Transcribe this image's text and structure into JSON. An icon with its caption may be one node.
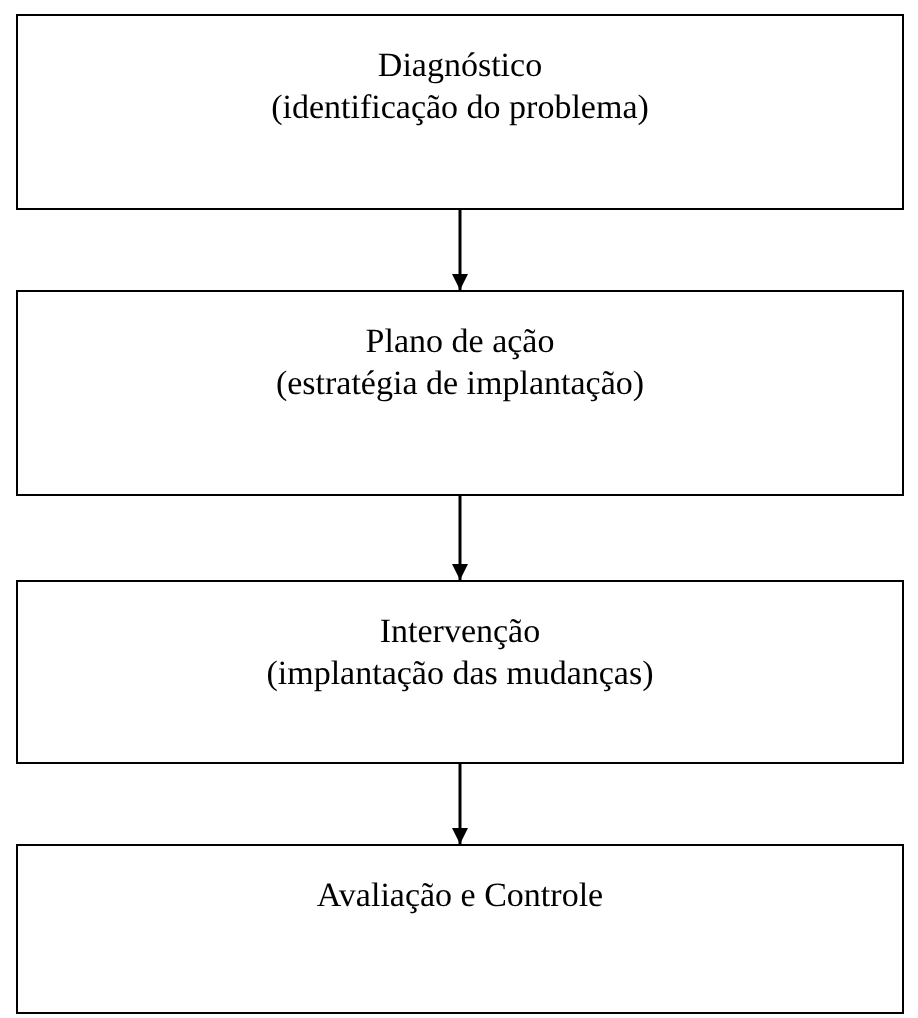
{
  "diagram": {
    "nodes": [
      {
        "text": [
          "Diagnóstico",
          "(identificação do problema)"
        ]
      },
      {
        "text": [
          "Plano de ação",
          "(estratégia de implantação)"
        ]
      },
      {
        "text": [
          "Intervenção",
          "(implantação das mudanças)"
        ]
      },
      {
        "text": [
          "Avaliação e Controle"
        ]
      }
    ],
    "edges": [
      {
        "from": 0,
        "to": 1,
        "arrow": "to"
      },
      {
        "from": 1,
        "to": 2,
        "arrow": "to"
      },
      {
        "from": 2,
        "to": 3,
        "arrow": "to"
      }
    ]
  }
}
